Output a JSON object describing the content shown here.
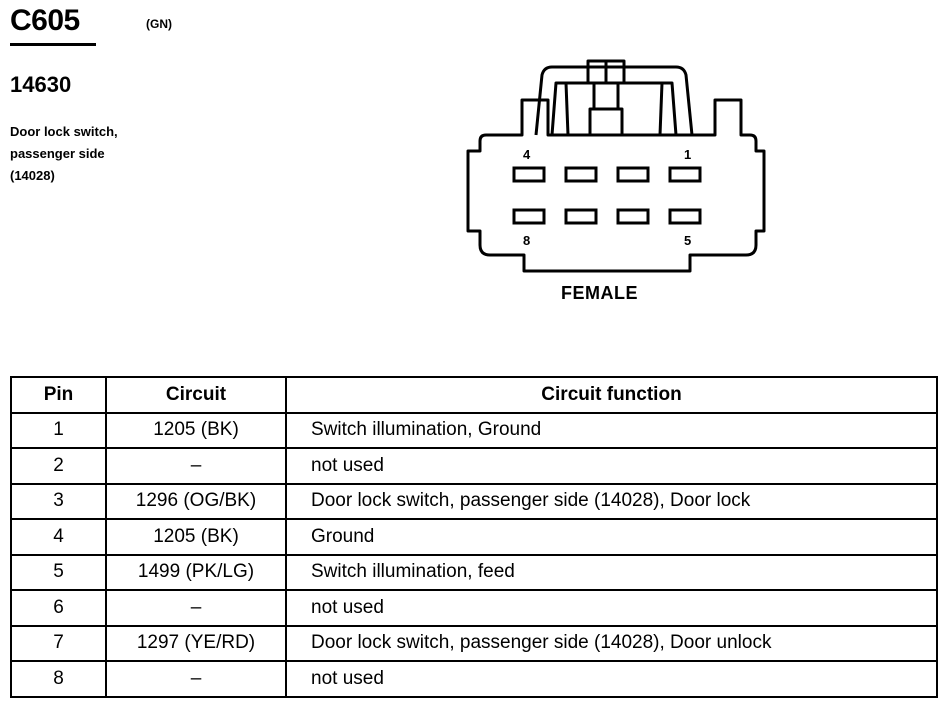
{
  "connector": {
    "id": "C605",
    "color_code": "(GN)",
    "part_number": "14630",
    "description_lines": [
      "Door lock switch,",
      "passenger side",
      "(14028)"
    ],
    "gender": "FEMALE",
    "pin_labels": {
      "top_left": "4",
      "top_right": "1",
      "bottom_left": "8",
      "bottom_right": "5"
    }
  },
  "table": {
    "headers": {
      "pin": "Pin",
      "circuit": "Circuit",
      "function": "Circuit function"
    },
    "rows": [
      {
        "pin": "1",
        "circuit": "1205 (BK)",
        "function": "Switch illumination, Ground"
      },
      {
        "pin": "2",
        "circuit": "–",
        "function": "not used"
      },
      {
        "pin": "3",
        "circuit": "1296 (OG/BK)",
        "function": "Door lock switch, passenger side (14028), Door lock"
      },
      {
        "pin": "4",
        "circuit": "1205 (BK)",
        "function": "Ground"
      },
      {
        "pin": "5",
        "circuit": "1499 (PK/LG)",
        "function": "Switch illumination, feed"
      },
      {
        "pin": "6",
        "circuit": "–",
        "function": "not used"
      },
      {
        "pin": "7",
        "circuit": "1297 (YE/RD)",
        "function": "Door lock switch, passenger side (14028), Door unlock"
      },
      {
        "pin": "8",
        "circuit": "–",
        "function": "not used"
      }
    ]
  }
}
